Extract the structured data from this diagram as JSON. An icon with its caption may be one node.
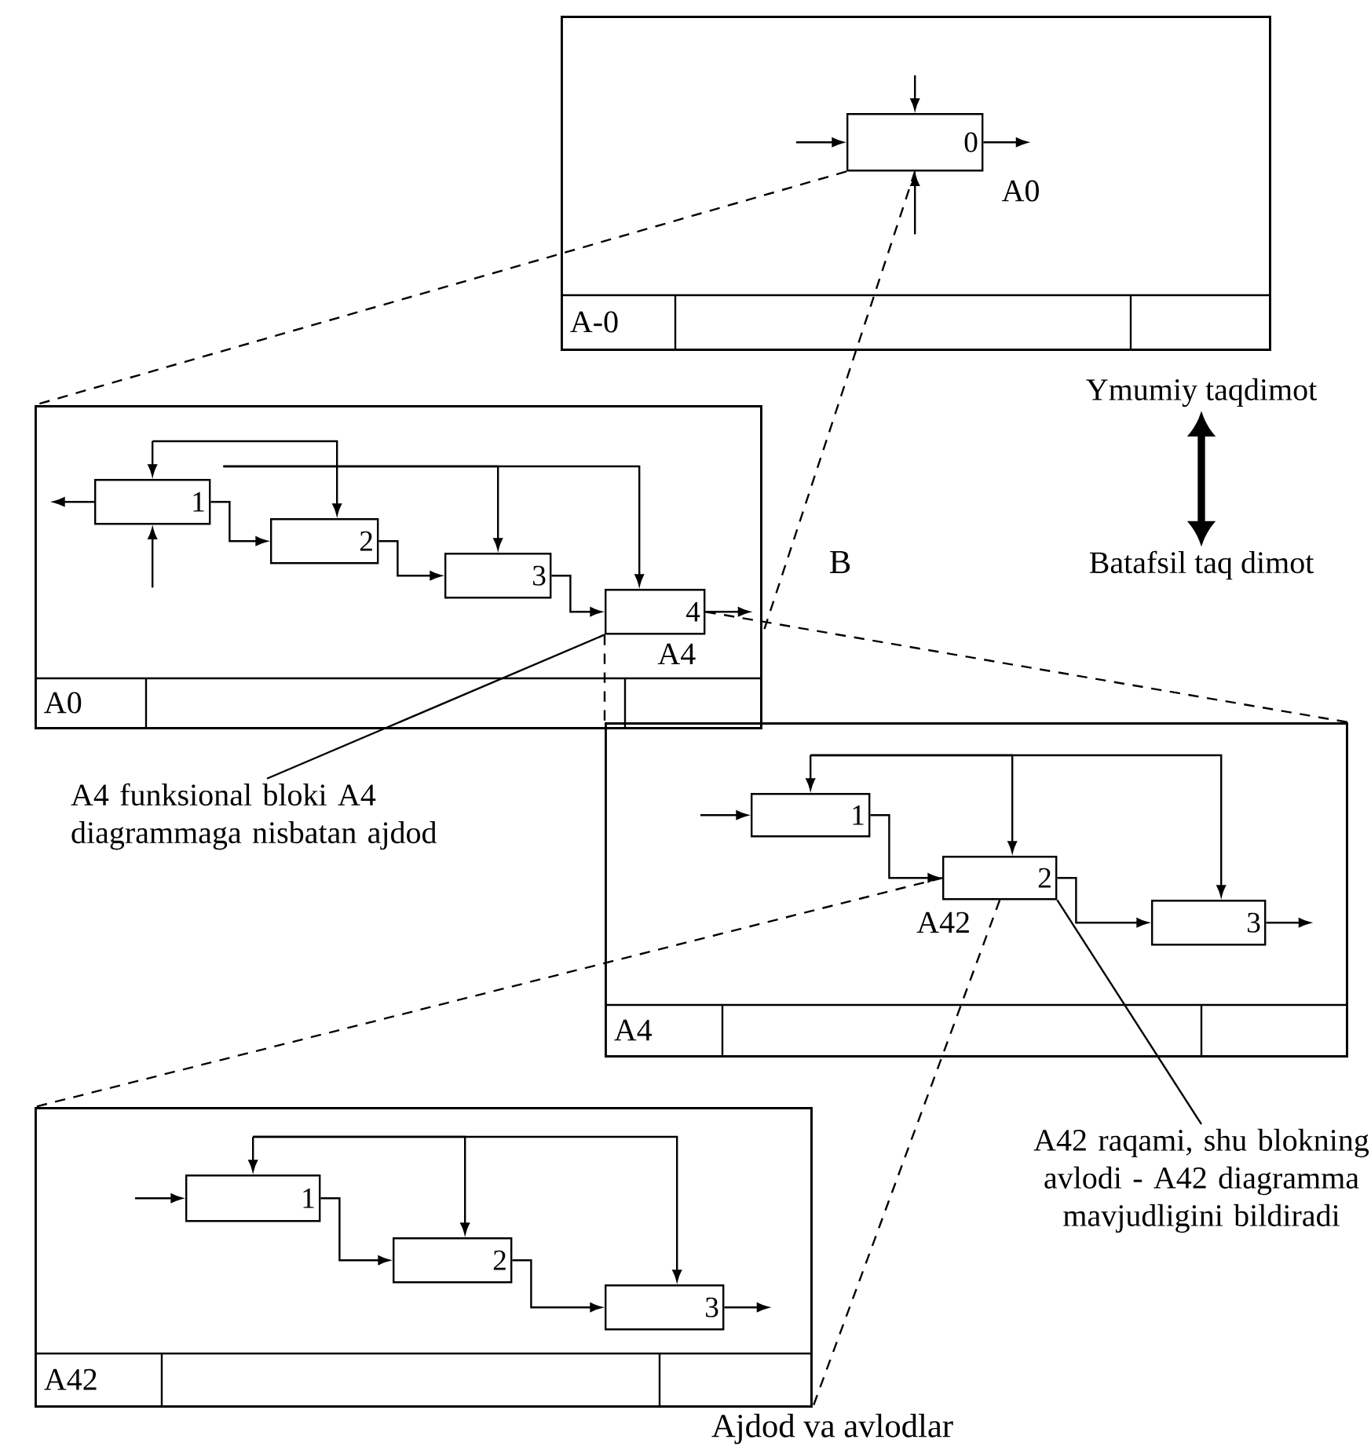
{
  "diagram": {
    "nodes": [
      {
        "text": [
          "A-0"
        ]
      },
      {
        "text": [
          "0"
        ],
        "beside": [
          "A0"
        ],
        "in": 0
      },
      {
        "text": [
          "A0"
        ]
      },
      {
        "text": [
          "1"
        ],
        "in": 2
      },
      {
        "text": [
          "2"
        ],
        "in": 2
      },
      {
        "text": [
          "3"
        ],
        "in": 2
      },
      {
        "text": [
          "4"
        ],
        "beside": [
          "A4"
        ],
        "in": 2
      },
      {
        "text": [
          "A4"
        ]
      },
      {
        "text": [
          "1"
        ],
        "in": 7
      },
      {
        "text": [
          "2"
        ],
        "beside": [
          "A42"
        ],
        "in": 7
      },
      {
        "text": [
          "3"
        ],
        "in": 7
      },
      {
        "text": [
          "A42"
        ]
      },
      {
        "text": [
          "1"
        ],
        "in": 11
      },
      {
        "text": [
          "2"
        ],
        "in": 11
      },
      {
        "text": [
          "3"
        ],
        "in": 11
      },
      {
        "text": [
          "Ymumiy taqdimot"
        ]
      },
      {
        "text": [
          "Batafsil taq dimot"
        ]
      },
      {
        "text": [
          "A4 funksional bloki A4 diagrammaga nisbatan ajdod"
        ]
      },
      {
        "text": [
          "A42 raqami, shu blokning avlodi - A42 diagramma mavjudligini bildiradi"
        ]
      }
    ],
    "edges": [
      {
        "from": 15,
        "to": 16,
        "arrow": "both",
        "style": "thick"
      },
      {
        "from": 17,
        "to": 6,
        "arrow": "none"
      },
      {
        "from": 18,
        "to": 9,
        "arrow": "none"
      },
      {
        "from": 1,
        "to": 2,
        "arrow": "none",
        "style": "dashed"
      },
      {
        "from": 1,
        "to": 2,
        "arrow": "none",
        "style": "dashed"
      },
      {
        "from": 6,
        "to": 7,
        "arrow": "none",
        "style": "dashed"
      },
      {
        "from": 6,
        "to": 7,
        "arrow": "none",
        "style": "dashed"
      },
      {
        "from": 9,
        "to": 11,
        "arrow": "none",
        "style": "dashed"
      },
      {
        "from": 9,
        "to": 11,
        "arrow": "none",
        "style": "dashed"
      },
      {
        "from": null,
        "to": 1,
        "arrow": "to"
      },
      {
        "from": null,
        "to": 1,
        "arrow": "to"
      },
      {
        "from": null,
        "to": 1,
        "arrow": "to"
      },
      {
        "from": 1,
        "to": null,
        "arrow": "to"
      },
      {
        "from": 3,
        "to": null,
        "arrow": "to"
      },
      {
        "from": null,
        "to": 3,
        "arrow": "to"
      },
      {
        "from": null,
        "to": 3,
        "arrow": "to"
      },
      {
        "from": 3,
        "to": 4,
        "arrow": "to"
      },
      {
        "from": 4,
        "to": 5,
        "arrow": "to"
      },
      {
        "from": 5,
        "to": 6,
        "arrow": "to"
      },
      {
        "from": null,
        "to": 4,
        "arrow": "to"
      },
      {
        "from": null,
        "to": 5,
        "arrow": "to"
      },
      {
        "from": null,
        "to": 6,
        "arrow": "to"
      },
      {
        "from": 6,
        "to": null,
        "arrow": "to"
      },
      {
        "from": null,
        "to": 8,
        "arrow": "to"
      },
      {
        "from": null,
        "to": 8,
        "arrow": "to"
      },
      {
        "from": null,
        "to": 9,
        "arrow": "to"
      },
      {
        "from": null,
        "to": 10,
        "arrow": "to"
      },
      {
        "from": 8,
        "to": 9,
        "arrow": "to"
      },
      {
        "from": 9,
        "to": 10,
        "arrow": "to"
      },
      {
        "from": 10,
        "to": null,
        "arrow": "to"
      },
      {
        "from": null,
        "to": 12,
        "arrow": "to"
      },
      {
        "from": null,
        "to": 12,
        "arrow": "to"
      },
      {
        "from": null,
        "to": 13,
        "arrow": "to"
      },
      {
        "from": null,
        "to": 14,
        "arrow": "to"
      },
      {
        "from": 12,
        "to": 13,
        "arrow": "to"
      },
      {
        "from": 13,
        "to": 14,
        "arrow": "to"
      },
      {
        "from": 14,
        "to": null,
        "arrow": "to"
      }
    ],
    "labels": [
      "B",
      "Ajdod va avlodlar"
    ]
  }
}
